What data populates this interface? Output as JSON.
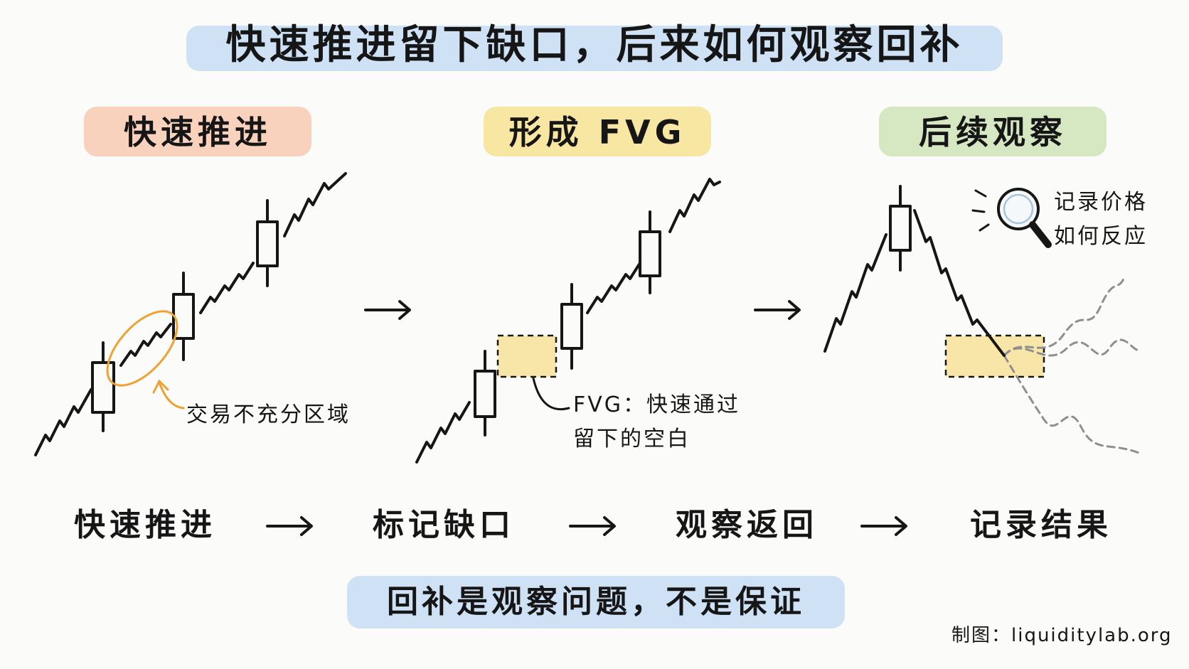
{
  "title": "快速推进留下缺口，后来如何观察回补",
  "panels": [
    {
      "title": "快速推进",
      "annotation": "交易不充分区域"
    },
    {
      "title": "形成 FVG",
      "annotation_line1": "FVG：快速通过",
      "annotation_line2": "留下的空白"
    },
    {
      "title": "后续观察",
      "annotation_line1": "记录价格",
      "annotation_line2": "如何反应"
    }
  ],
  "flow": [
    "快速推进",
    "标记缺口",
    "观察返回",
    "记录结果"
  ],
  "bottom_note": "回补是观察问题，不是保证",
  "credit": "制图：liquiditylab.org",
  "colors": {
    "title_highlight": "#cfe2f5",
    "panel1_highlight": "#f8d2bd",
    "panel2_highlight": "#f8e6a3",
    "panel3_highlight": "#d6e8c2",
    "orange": "#f0a133",
    "fvg_fill": "#f8e6a8",
    "dashed_path": "#8f8f8f",
    "ink": "#161616"
  },
  "icons": [
    "arrow-right-icon",
    "magnifier-icon",
    "candlestick-icon"
  ]
}
